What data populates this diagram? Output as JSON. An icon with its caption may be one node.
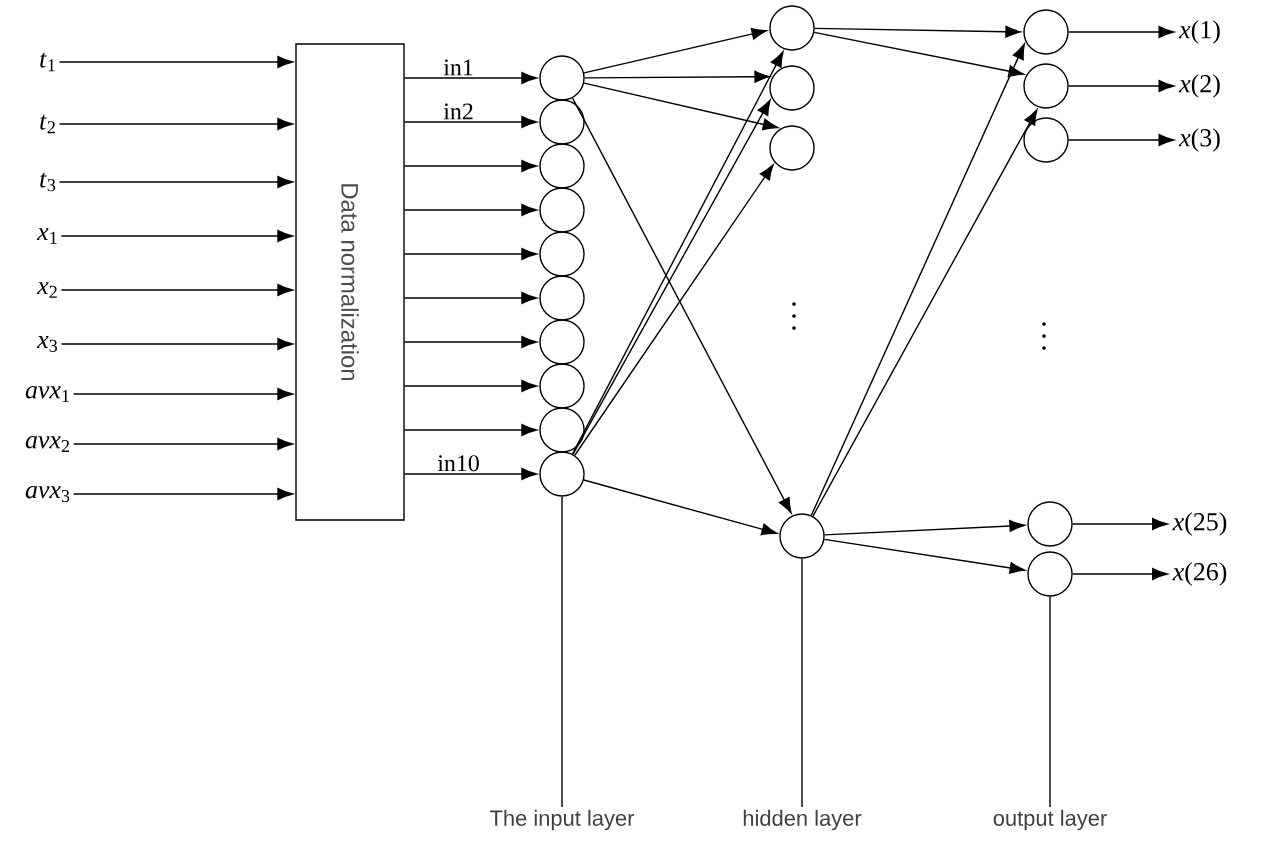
{
  "diagram": {
    "nodes": [
      {
        "text": [
          "*t*$_{1}$"
        ]
      },
      {
        "text": [
          "*t*$_{2}$"
        ]
      },
      {
        "text": [
          "*t*$_{3}$"
        ]
      },
      {
        "text": [
          "*x*$_{1}$"
        ]
      },
      {
        "text": [
          "*x*$_{2}$"
        ]
      },
      {
        "text": [
          "*x*$_{3}$"
        ]
      },
      {
        "text": [
          "*avx*$_{1}$"
        ]
      },
      {
        "text": [
          "*avx*$_{2}$"
        ]
      },
      {
        "text": [
          "*avx*$_{3}$"
        ]
      },
      {
        "text": [
          "Data normalization"
        ]
      },
      {
        "text": [],
        "shape": "circle"
      },
      {
        "text": [],
        "shape": "circle"
      },
      {
        "text": [],
        "shape": "circle"
      },
      {
        "text": [],
        "shape": "circle"
      },
      {
        "text": [],
        "shape": "circle"
      },
      {
        "text": [],
        "shape": "circle"
      },
      {
        "text": [],
        "shape": "circle"
      },
      {
        "text": [],
        "shape": "circle"
      },
      {
        "text": [],
        "shape": "circle"
      },
      {
        "text": [],
        "shape": "circle"
      },
      {
        "text": [],
        "shape": "circle"
      },
      {
        "text": [],
        "shape": "circle"
      },
      {
        "text": [],
        "shape": "circle"
      },
      {
        "text": [],
        "shape": "circle"
      },
      {
        "text": [],
        "shape": "circle"
      },
      {
        "text": [],
        "shape": "circle"
      },
      {
        "text": [],
        "shape": "circle"
      },
      {
        "text": [],
        "shape": "circle"
      },
      {
        "text": [],
        "shape": "circle"
      },
      {
        "text": [
          "*x*(1)"
        ]
      },
      {
        "text": [
          "*x*(2)"
        ]
      },
      {
        "text": [
          "*x*(3)"
        ]
      },
      {
        "text": [
          "*x*(25)"
        ]
      },
      {
        "text": [
          "*x*(26)"
        ]
      },
      {
        "text": [
          "The input layer"
        ]
      },
      {
        "text": [
          "hidden layer"
        ]
      },
      {
        "text": [
          "output layer"
        ]
      }
    ],
    "edges": [
      {
        "from": 0,
        "to": 9,
        "arrow": "to"
      },
      {
        "from": 1,
        "to": 9,
        "arrow": "to"
      },
      {
        "from": 2,
        "to": 9,
        "arrow": "to"
      },
      {
        "from": 3,
        "to": 9,
        "arrow": "to"
      },
      {
        "from": 4,
        "to": 9,
        "arrow": "to"
      },
      {
        "from": 5,
        "to": 9,
        "arrow": "to"
      },
      {
        "from": 6,
        "to": 9,
        "arrow": "to"
      },
      {
        "from": 7,
        "to": 9,
        "arrow": "to"
      },
      {
        "from": 8,
        "to": 9,
        "arrow": "to"
      },
      {
        "from": 9,
        "to": 10,
        "arrow": "to",
        "label": "in1"
      },
      {
        "from": 9,
        "to": 11,
        "arrow": "to",
        "label": "in2"
      },
      {
        "from": 9,
        "to": 12,
        "arrow": "to"
      },
      {
        "from": 9,
        "to": 13,
        "arrow": "to"
      },
      {
        "from": 9,
        "to": 14,
        "arrow": "to"
      },
      {
        "from": 9,
        "to": 15,
        "arrow": "to"
      },
      {
        "from": 9,
        "to": 16,
        "arrow": "to"
      },
      {
        "from": 9,
        "to": 17,
        "arrow": "to"
      },
      {
        "from": 9,
        "to": 18,
        "arrow": "to"
      },
      {
        "from": 9,
        "to": 19,
        "arrow": "to",
        "label": "in10"
      },
      {
        "from": 10,
        "to": 20,
        "arrow": "to"
      },
      {
        "from": 10,
        "to": 21,
        "arrow": "to"
      },
      {
        "from": 10,
        "to": 22,
        "arrow": "to"
      },
      {
        "from": 10,
        "to": 23,
        "arrow": "to"
      },
      {
        "from": 19,
        "to": 20,
        "arrow": "to"
      },
      {
        "from": 19,
        "to": 21,
        "arrow": "to"
      },
      {
        "from": 19,
        "to": 22,
        "arrow": "to"
      },
      {
        "from": 19,
        "to": 23,
        "arrow": "to"
      },
      {
        "from": 20,
        "to": 24,
        "arrow": "to"
      },
      {
        "from": 20,
        "to": 25,
        "arrow": "to"
      },
      {
        "from": 23,
        "to": 24,
        "arrow": "to"
      },
      {
        "from": 23,
        "to": 25,
        "arrow": "to"
      },
      {
        "from": 23,
        "to": 27,
        "arrow": "to"
      },
      {
        "from": 23,
        "to": 28,
        "arrow": "to"
      },
      {
        "from": 24,
        "to": 29,
        "arrow": "to"
      },
      {
        "from": 25,
        "to": 30,
        "arrow": "to"
      },
      {
        "from": 26,
        "to": 31,
        "arrow": "to"
      },
      {
        "from": 27,
        "to": 32,
        "arrow": "to"
      },
      {
        "from": 28,
        "to": 33,
        "arrow": "to"
      },
      {
        "from": 19,
        "to": 34,
        "arrow": "none"
      },
      {
        "from": 23,
        "to": 35,
        "arrow": "none"
      },
      {
        "from": 28,
        "to": 36,
        "arrow": "none"
      }
    ]
  }
}
